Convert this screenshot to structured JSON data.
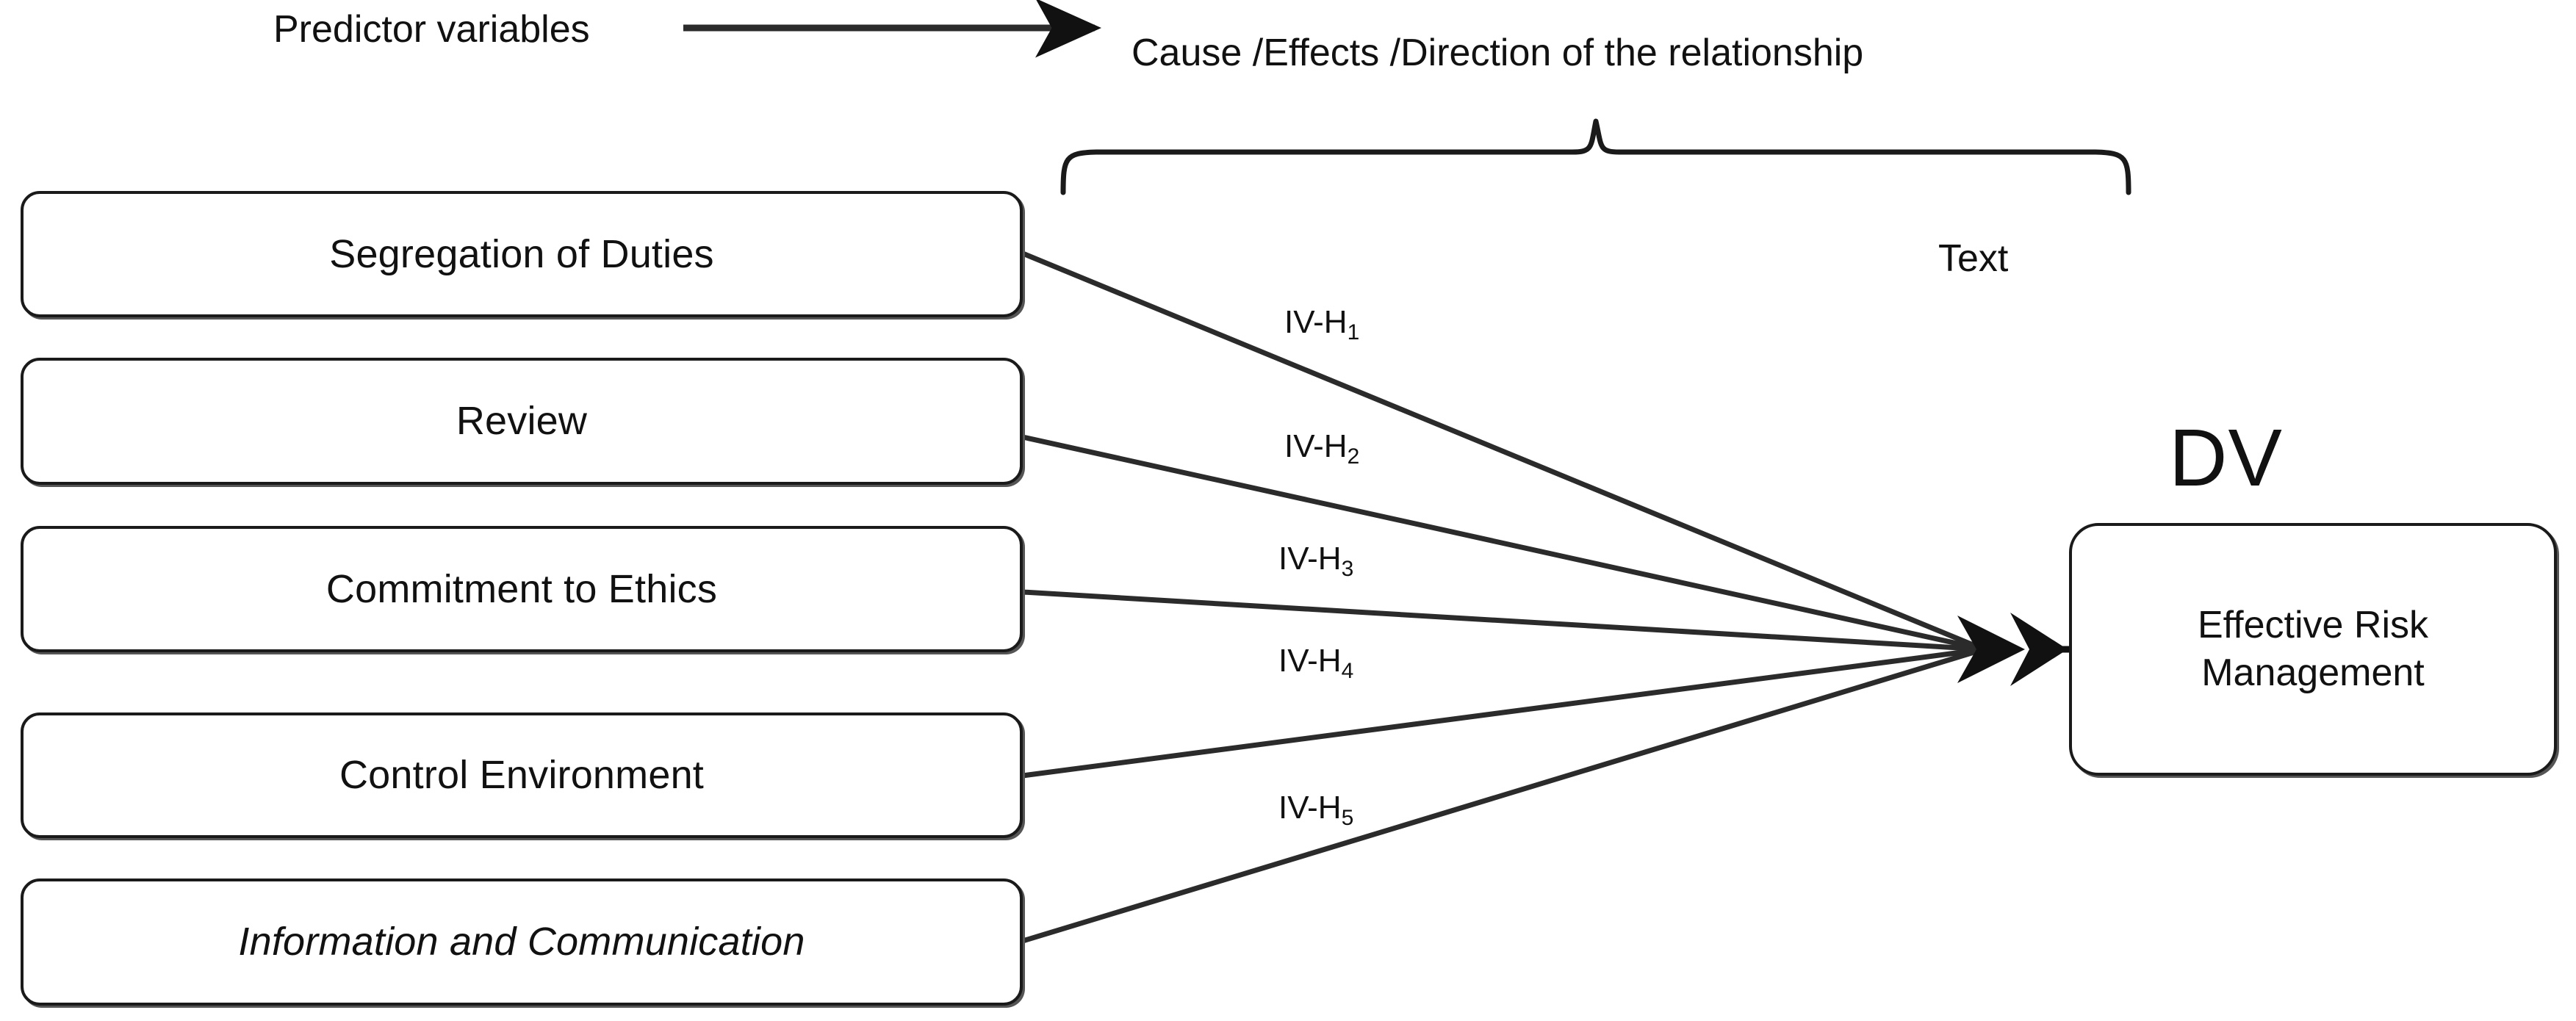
{
  "diagram": {
    "title_flow": {
      "predictor_label": "Predictor variables",
      "cause_label": "Cause /Effects /Direction of the relationship",
      "bracket_caption": "Text"
    },
    "dv_label": "DV",
    "independent_variables": [
      {
        "label": "Segregation of Duties",
        "italic": false
      },
      {
        "label": "Review",
        "italic": false
      },
      {
        "label": "Commitment to Ethics",
        "italic": false
      },
      {
        "label": "Control Environment",
        "italic": false
      },
      {
        "label": "Information and Communication",
        "italic": true
      }
    ],
    "dependent_variable": {
      "line1": "Effective Risk",
      "line2": "Management"
    },
    "hypotheses": [
      {
        "prefix": "IV-H",
        "index": "1"
      },
      {
        "prefix": "IV-H",
        "index": "2"
      },
      {
        "prefix": "IV-H",
        "index": "3"
      },
      {
        "prefix": "IV-H",
        "index": "4"
      },
      {
        "prefix": "IV-H",
        "index": "5"
      }
    ],
    "colors": {
      "stroke": "#1a1a1a",
      "text": "#111111",
      "background": "#ffffff",
      "box_shadow": "#555555"
    }
  }
}
